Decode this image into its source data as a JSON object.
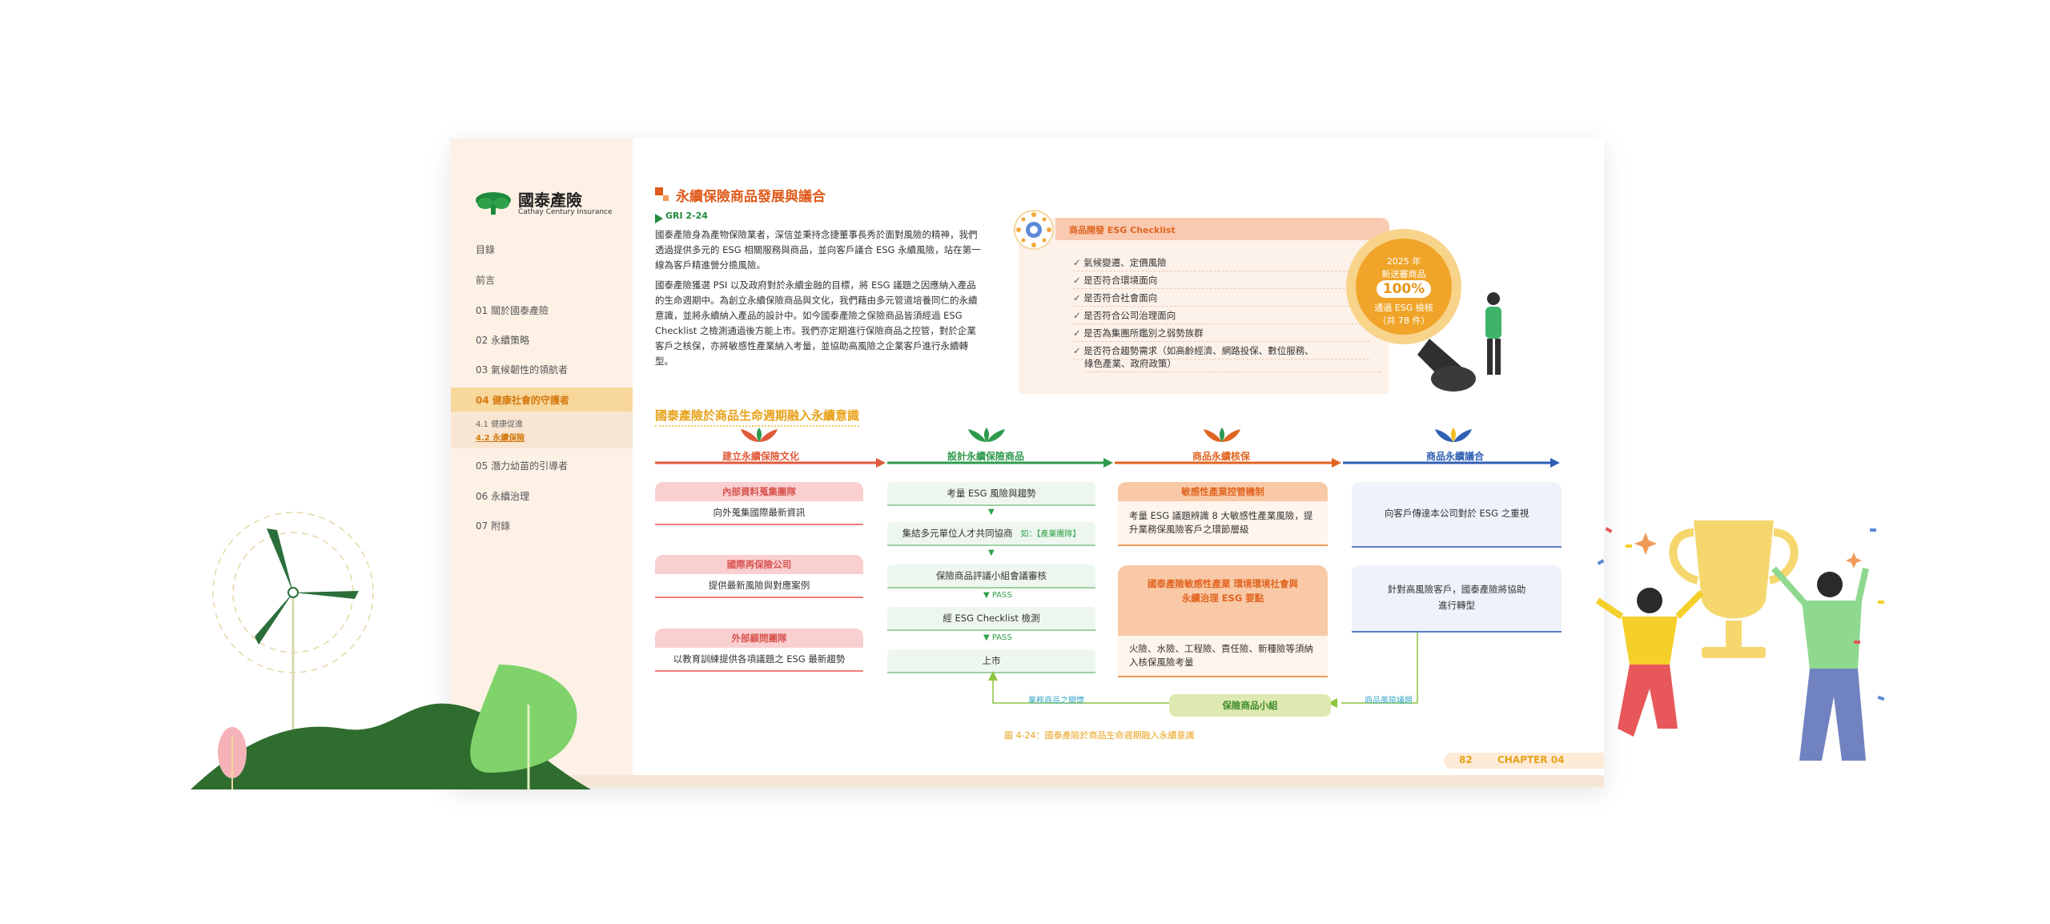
{
  "sidebar": {
    "logo_name": "國泰產險",
    "logo_sub": "Cathay Century Insurance",
    "items": [
      {
        "label": "目錄"
      },
      {
        "label": "前言"
      },
      {
        "label": "01 關於國泰產險"
      },
      {
        "label": "02 永續策略"
      },
      {
        "label": "03 氣候韌性的領航者"
      },
      {
        "label": "04 健康社會的守護者"
      },
      {
        "label": "05 潛力幼苗的引導者"
      },
      {
        "label": "06 永續治理"
      },
      {
        "label": "07 附錄"
      }
    ],
    "sub_items": [
      {
        "label": "4.1 健康促進"
      },
      {
        "label": "4.2 永續保險"
      }
    ]
  },
  "section": {
    "title": "永續保險商品發展與議合",
    "gri": "GRI 2-24",
    "para1": "國泰產險身為產物保險業者，深信並秉持念捷董事長秀於面對風險的精神，我們透過提供多元的 ESG 相關服務與商品，並向客戶議合 ESG 永續風險，站在第一線為客戶精進營分擔風險。",
    "para2": "國泰產險獲選 PSI 以及政府對於永續金融的目標，將 ESG 議題之因應納入產品的生命週期中。為創立永續保險商品與文化，我們藉由多元管道培養同仁的永續意識，並將永續納入產品的設計中。如今國泰產險之保險商品皆須經過 ESG Checklist 之檢測通過後方能上市。我們亦定期進行保險商品之控管，對於企業客戶之核保，亦將敏感性產業納入考量，並協助高風險之企業客戶進行永續轉型。"
  },
  "checklist": {
    "title": "商品開發 ESG Checklist",
    "items": [
      "氣候變遷、定價風險",
      "是否符合環境面向",
      "是否符合社會面向",
      "是否符合公司治理面向",
      "是否為集團所鑑別之弱勢族群",
      "是否符合趨勢需求（如高齡經濟、網路投保、數位服務、",
      "綠色產業、政府政策）"
    ],
    "badge_year": "2025 年",
    "badge_line2": "新送審商品",
    "badge_pct": "100%",
    "badge_line3": "通過 ESG 檢核",
    "badge_line4": "（共 78 件）"
  },
  "lifecycle": {
    "subtitle": "國泰產險於商品生命週期融入永續意識",
    "stages": [
      {
        "label": "建立永續保險文化",
        "color": "#e05a3a"
      },
      {
        "label": "設計永續保險商品",
        "color": "#2e9a4c"
      },
      {
        "label": "商品永續核保",
        "color": "#e06520"
      },
      {
        "label": "商品永續議合",
        "color": "#2f5fb3"
      }
    ],
    "culture": [
      {
        "head": "內部資料蒐集團隊",
        "body": "向外蒐集國際最新資訊"
      },
      {
        "head": "國際再保險公司",
        "body": "提供最新風險與對應案例"
      },
      {
        "head": "外部顧問團隊",
        "body": "以教育訓練提供各項議題之 ESG 最新趨勢"
      }
    ],
    "design": [
      "考量 ESG 風險與趨勢",
      "集結多元單位人才共同協商",
      "保險商品評議小組會議審核",
      "經 ESG Checklist 檢測",
      "上市"
    ],
    "design_tag": "如：【產業團隊】",
    "pass_label": "PASS",
    "underwriting": [
      {
        "head": "敏感性產業控管機制",
        "body": "考量 ESG 議題辨識 8 大敏感性產業風險，提升業務保風險客戶之環節層級"
      },
      {
        "head": "國泰產險敏感性產業 環境環境社會與 永續治理 ESG 要點",
        "body": "火險、水險、工程險、責任險、新種險等須納入核保風險考量"
      }
    ],
    "engagement": [
      "向客戶傳達本公司對於 ESG 之重視",
      "針對高風險客戶，國泰產險將協助進行轉型"
    ],
    "center_box": "保險商品小組",
    "left_loop_label": "業務商品之關懷",
    "right_loop_label": "商品風險議題",
    "caption": "圖 4-24：國泰產險於商品生命週期融入永續意識"
  },
  "footer": {
    "page_number": "82",
    "chapter": "CHAPTER 04"
  }
}
